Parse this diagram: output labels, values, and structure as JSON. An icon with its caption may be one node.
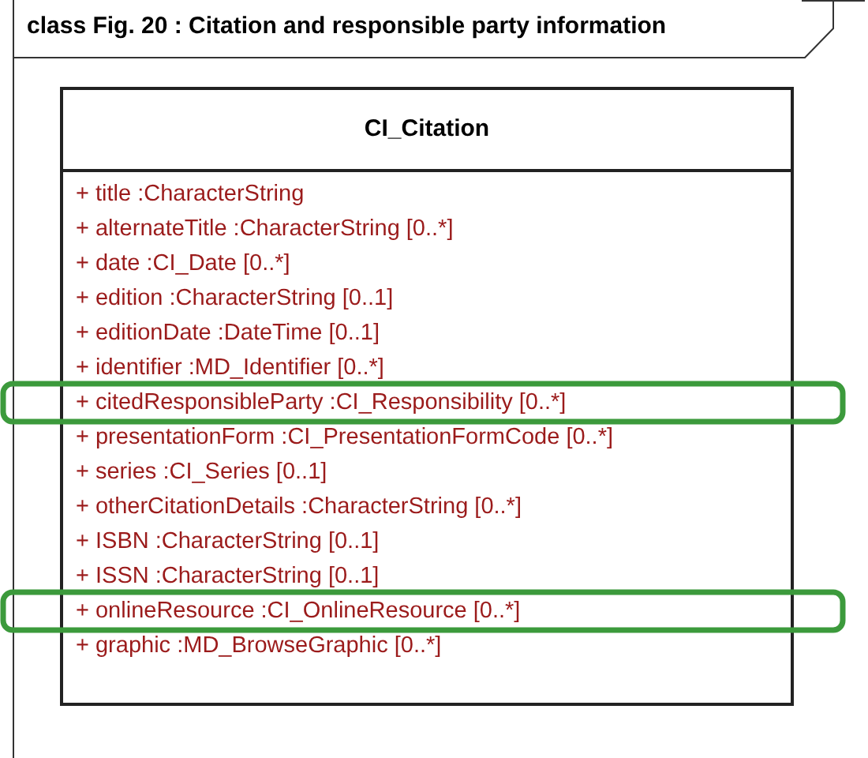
{
  "diagram": {
    "nodes": [
      {
        "text": [
          "class Fig. 20 : Citation and responsible party information"
        ]
      },
      {
        "text": [
          "CI_Citation",
          "+ title :CharacterString",
          "+ alternateTitle :CharacterString [0..*]",
          "+ date :CI_Date [0..*]",
          "+ edition :CharacterString [0..1]",
          "+ editionDate :DateTime [0..1]",
          "+ identifier :MD_Identifier [0..*]",
          "+ citedResponsibleParty :CI_Responsibility [0..*]",
          "+ presentationForm :CI_PresentationFormCode [0..*]",
          "+ series :CI_Series [0..1]",
          "+ otherCitationDetails :CharacterString [0..*]",
          "+ ISBN :CharacterString [0..1]",
          "+ ISSN :CharacterString [0..1]",
          "+ onlineResource :CI_OnlineResource [0..*]",
          "+ graphic :MD_BrowseGraphic [0..*]"
        ],
        "in": 0
      }
    ]
  }
}
